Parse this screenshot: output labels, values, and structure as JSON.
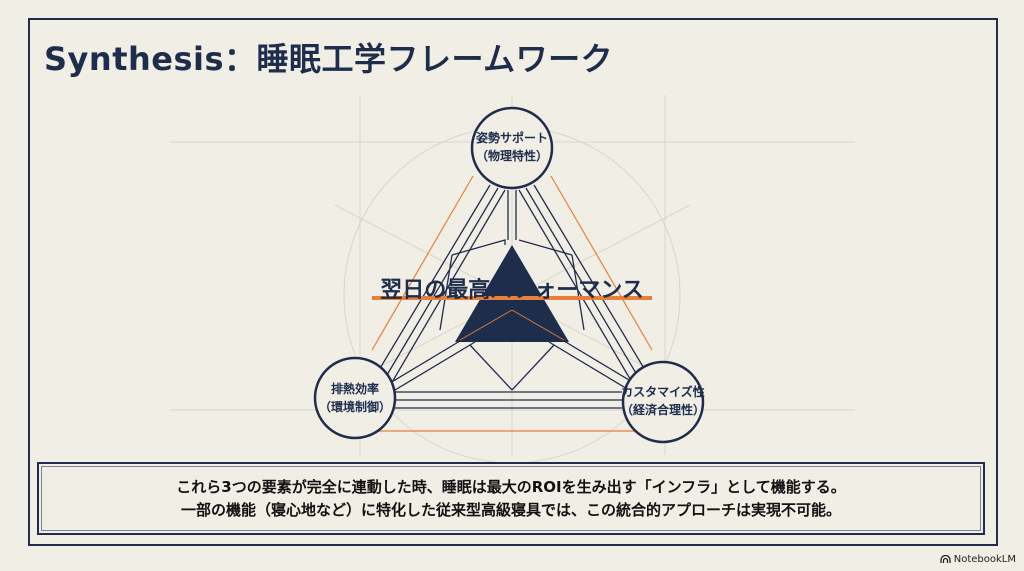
{
  "title": "Synthesis：睡眠工学フレームワーク",
  "diagram": {
    "center": "翌日の最高パフォーマンス",
    "nodes": [
      {
        "line1": "姿勢サポート",
        "line2": "（物理特性）"
      },
      {
        "line1": "排熱効率",
        "line2": "（環境制御）"
      },
      {
        "line1": "カスタマイズ性",
        "line2": "（経済合理性）"
      }
    ]
  },
  "summary": [
    "これら3つの要素が完全に連動した時、睡眠は最大のROIを生み出す「インフラ」として機能する。",
    "一部の機能（寝心地など）に特化した従来型高級寝具では、この統合的アプローチは実現不可能。"
  ],
  "brand": {
    "label": "NotebookLM",
    "icon": "notebooklm-logo-icon"
  },
  "colors": {
    "navy": "#1f2d4d",
    "accent": "#e8803a",
    "background": "#f1eee6"
  }
}
